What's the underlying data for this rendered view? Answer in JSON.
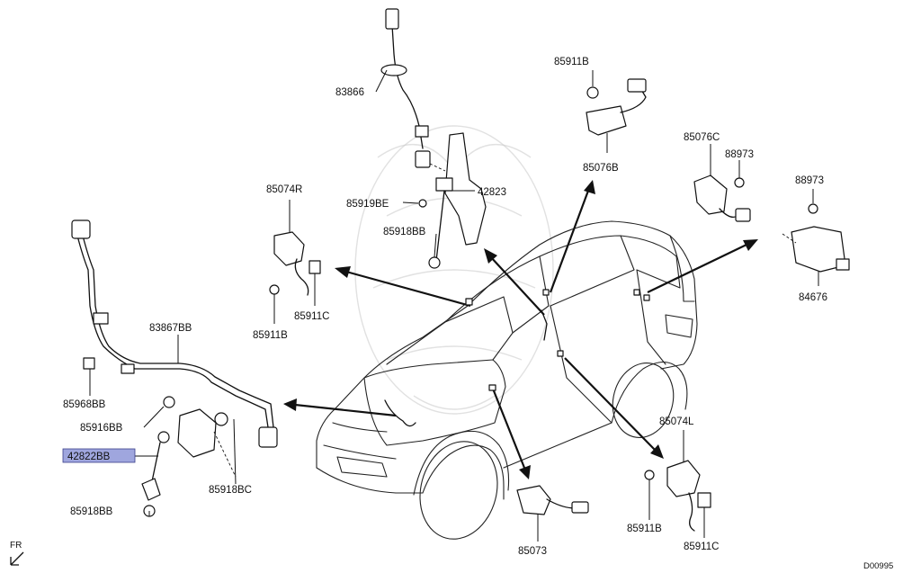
{
  "diagram": {
    "labels": {
      "l83866": "83866",
      "l85911b_top": "85911B",
      "l85076b": "85076B",
      "l85076c": "85076C",
      "l88973_a": "88973",
      "l88973_b": "88973",
      "l84676": "84676",
      "l85074r": "85074R",
      "l85919be": "85919BE",
      "l42823": "42823",
      "l85918bb_mid": "85918BB",
      "l85911c_left": "85911C",
      "l85911b_left": "85911B",
      "l83867bb": "83867BB",
      "l85968bb": "85968BB",
      "l85916bb": "85916BB",
      "l42822bb": "42822BB",
      "l85918bc": "85918BC",
      "l85918bb_low": "85918BB",
      "l85073": "85073",
      "l85074l": "85074L",
      "l85911b_right": "85911B",
      "l85911c_right": "85911C",
      "fr": "FR",
      "code": "D00995"
    },
    "highlight_color": "#9fa6de"
  }
}
